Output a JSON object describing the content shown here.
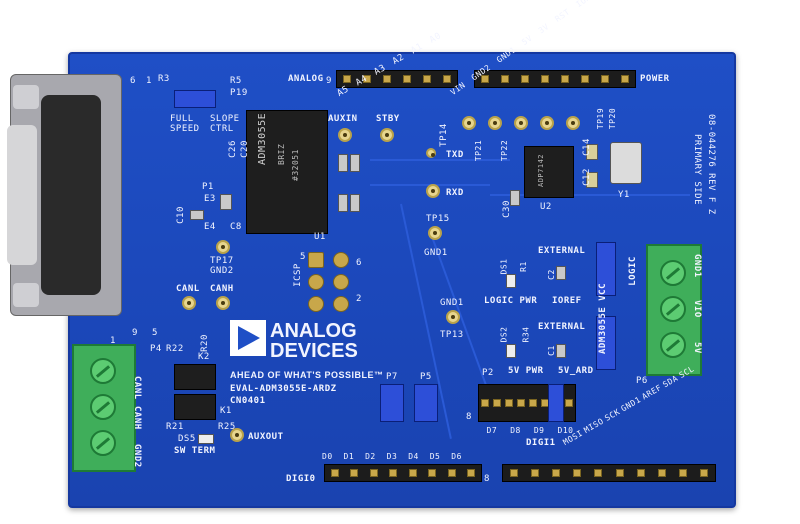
{
  "board": {
    "brand_line1": "ANALOG",
    "brand_line2": "DEVICES",
    "tagline": "AHEAD OF WHAT'S POSSIBLE™",
    "model": "EVAL-ADM3055E-ARDZ",
    "cn": "CN0401",
    "rev": "08-044276 REV F Z",
    "side": "PRIMARY SIDE",
    "ic_main": "ADM3055E",
    "ic_main_sub": "BRIZ",
    "ic_main_code": "#32051",
    "ic_u2": "ADP7142"
  },
  "labels": {
    "analog": "ANALOG",
    "analog_pins": [
      "A5",
      "A4",
      "A3",
      "A2",
      "A1",
      "A0"
    ],
    "power": "POWER",
    "power_pins": [
      "VIN",
      "GND2",
      "GND1",
      "5V",
      "3V",
      "RST",
      "IOREF",
      "NC"
    ],
    "digi0": "DIGI0",
    "digi1": "DIGI1",
    "digi0_pins": [
      "D0",
      "D1",
      "D2",
      "D3",
      "D4",
      "D5",
      "D6"
    ],
    "digi1_pins": [
      "MOSI",
      "MISO",
      "SCK",
      "GND1",
      "AREF",
      "SDA",
      "SCL"
    ],
    "d_pins": [
      "D7",
      "D8",
      "D9",
      "D10"
    ],
    "full_speed": "FULL SPEED",
    "slope_ctrl": "SLOPE CTRL",
    "r3": "R3",
    "r5": "R5",
    "p19": "P19",
    "p1": "P1",
    "e3": "E3",
    "e4": "E4",
    "c8": "C8",
    "c10": "C10",
    "c20": "C20",
    "c26": "C26",
    "u1": "U1",
    "auxin": "AUXIN",
    "stby": "STBY",
    "txd": "TXD",
    "rxd": "RXD",
    "tp14": "TP14",
    "tp15": "TP15",
    "tp17": "TP17",
    "gnd1": "GND1",
    "gnd2": "GND2",
    "tp13": "TP13",
    "tp21": "TP21",
    "tp22": "TP22",
    "tp19": "TP19",
    "tp20": "TP20",
    "u2": "U2",
    "y1": "Y1",
    "c30": "C30",
    "c14": "C14",
    "c12": "C12",
    "canl": "CANL",
    "canh": "CANH",
    "icsp": "ICSP",
    "icsp_5": "5",
    "icsp_6": "6",
    "icsp_2": "2",
    "external1": "EXTERNAL",
    "external2": "EXTERNAL",
    "logic_pwr": "LOGIC PWR",
    "ioref": "IOREF",
    "logic": "LOGIC",
    "ds1": "DS1",
    "ds2": "DS2",
    "r1": "R1",
    "r34": "R34",
    "c2": "C2",
    "c1": "C1",
    "v5pwr": "5V PWR",
    "v5ard": "5V_ARD",
    "adm_vcc": "ADM3055E VCC",
    "vio": "VIO",
    "gnd_term": "GND1",
    "five_v": "5V",
    "p6": "P6",
    "p4": "P4",
    "r22": "R22",
    "r20": "R20",
    "k2": "K2",
    "k1": "K1",
    "r21": "R21",
    "r25": "R25",
    "ds5": "DS5",
    "sw_term": "SW TERM",
    "auxout": "AUXOUT",
    "canl_t": "CANL",
    "canh_t": "CANH",
    "gnd2_t": "GND2",
    "p7": "P7",
    "p5": "P5",
    "p2": "P2",
    "pin1": "1",
    "pin9": "9",
    "pin5": "5",
    "pin6": "6",
    "pin8": "8",
    "pin8b": "8",
    "pin1b": "1"
  },
  "colors": {
    "pcb": "#1f4fc6",
    "silk": "#f2f4ff",
    "header": "#1c1c1c",
    "terminal": "#3fae5a",
    "jumper": "#2d4fd8"
  }
}
